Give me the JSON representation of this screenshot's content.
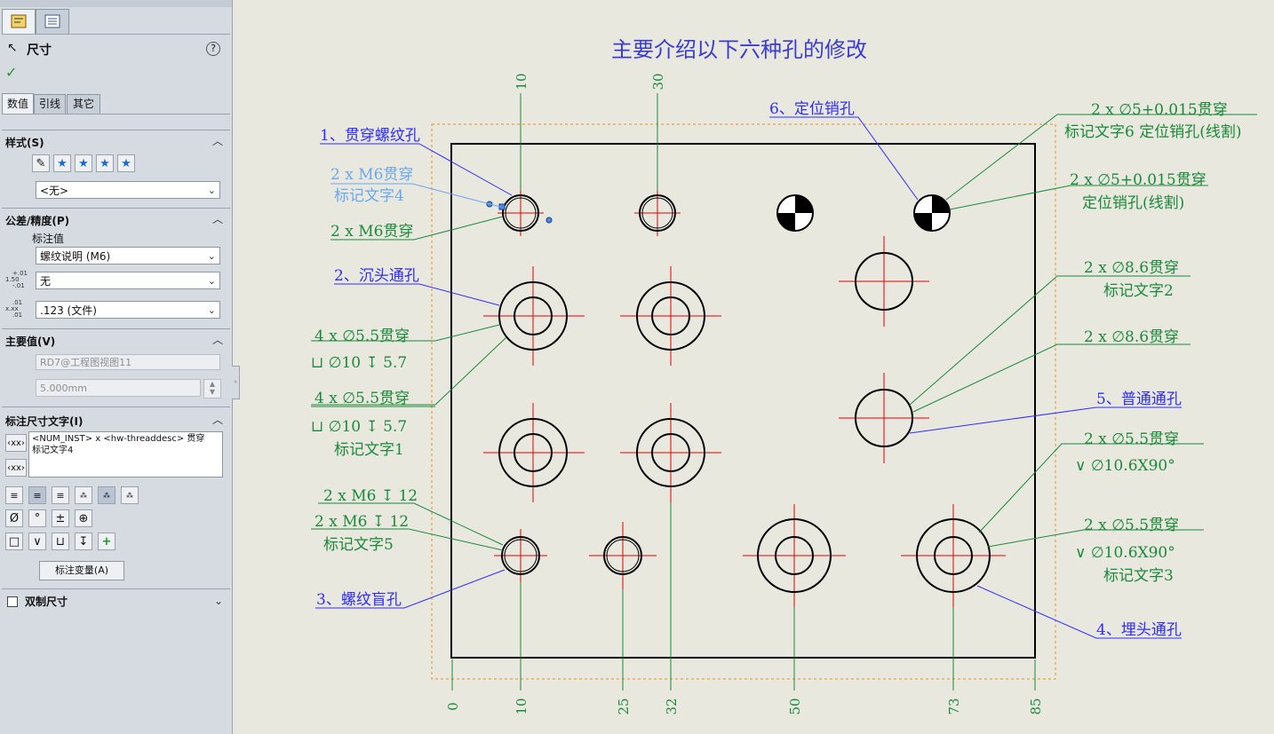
{
  "panel": {
    "title": "尺寸",
    "help": "?",
    "confirm": "✓",
    "tabs": [
      "数值",
      "引线",
      "其它"
    ],
    "sections": {
      "style": {
        "title": "样式(S)",
        "selected": "<无>"
      },
      "tolerance": {
        "title": "公差/精度(P)",
        "label": "标注值",
        "callout": "螺纹说明 (M6)",
        "tolerance_type": "无",
        "precision": ".123 (文件)",
        "tol_icon_top": "+.01",
        "tol_icon_mid": "1.50",
        "tol_icon_bot": "-.01",
        "prec_icon_top": ".01",
        "prec_icon_mid": "x.xx",
        "prec_icon_bot": ".01"
      },
      "primary": {
        "title": "主要值(V)",
        "name": "RD7@工程图视图11",
        "value": "5.000mm"
      },
      "dimtext": {
        "title": "标注尺寸文字(I)",
        "text_line1": "<NUM_INST> x <hw-threaddesc> 贯穿",
        "text_line2": "标记文字4",
        "insert_button": "标注变量(A)"
      },
      "dual": {
        "title": "双制尺寸"
      }
    },
    "symbols": [
      "Ø",
      "°",
      "±",
      "⊕",
      "□",
      "∨",
      "⊔",
      "↧",
      "+"
    ]
  },
  "drawing": {
    "title": "主要介绍以下六种孔的修改",
    "colors": {
      "title": "#3b3bd6",
      "blue": "#2d2dff",
      "green": "#1a8a3a",
      "red": "#e00000",
      "border": "#ee8a20",
      "black": "#000000"
    },
    "top_dims": [
      "10",
      "30"
    ],
    "bottom_dims": [
      "0",
      "10",
      "25",
      "32",
      "50",
      "73",
      "85"
    ],
    "blue_labels": {
      "l1": "1、贯穿螺纹孔",
      "l2": "2、沉头通孔",
      "l3": "3、螺纹盲孔",
      "l4": "4、埋头通孔",
      "l5": "5、普通通孔",
      "l6": "6、定位销孔"
    },
    "light_labels": {
      "m6a": "2 x M6贯穿",
      "m6b": "标记文字4"
    },
    "green_labels": {
      "m6c": "2 x M6贯穿",
      "cb1a": "4 x ∅5.5贯穿",
      "cb1b": "⊔ ∅10 ↧ 5.7",
      "cb2a": "4 x ∅5.5贯穿",
      "cb2b": "⊔ ∅10 ↧ 5.7",
      "cb2c": "标记文字1",
      "b1": "2 x M6 ↧ 12",
      "b2a": "2 x M6 ↧ 12",
      "b2b": "标记文字5",
      "pin1a": "2 x ∅5+0.015贯穿",
      "pin1b": "标记文字6 定位销孔(线割)",
      "pin2a": "2 x ∅5+0.015贯穿",
      "pin2b": "定位销孔(线割)",
      "th1a": "2 x ∅8.6贯穿",
      "th1b": "标记文字2",
      "th2": "2 x ∅8.6贯穿",
      "cs1a": "2 x ∅5.5贯穿",
      "cs1b": "∨ ∅10.6X90°",
      "cs2a": "2 x ∅5.5贯穿",
      "cs2b": "∨ ∅10.6X90°",
      "cs2c": "标记文字3"
    }
  }
}
